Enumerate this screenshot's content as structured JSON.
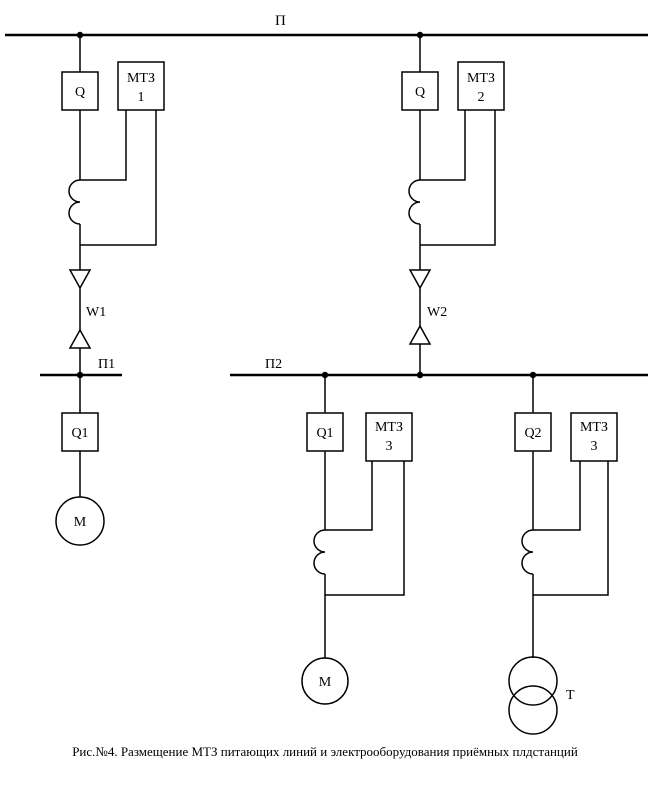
{
  "buses": {
    "main": "П",
    "p1": "П1",
    "p2": "П2"
  },
  "feeders": {
    "left": {
      "breaker": "Q",
      "relay_top": "МТЗ",
      "relay_num": "1",
      "line": "W1"
    },
    "right": {
      "breaker": "Q",
      "relay_top": "МТЗ",
      "relay_num": "2",
      "line": "W2"
    }
  },
  "p1_branch": {
    "breaker": "Q1",
    "load": "М"
  },
  "p2_branches": {
    "motor": {
      "breaker": "Q1",
      "relay_top": "МТЗ",
      "relay_num": "3",
      "load": "М"
    },
    "transformer": {
      "breaker": "Q2",
      "relay_top": "МТЗ",
      "relay_num": "3",
      "load": "Т"
    }
  },
  "caption": "Рис.№4. Размещение МТЗ питающих линий и электрооборудования приёмных плдстанций"
}
